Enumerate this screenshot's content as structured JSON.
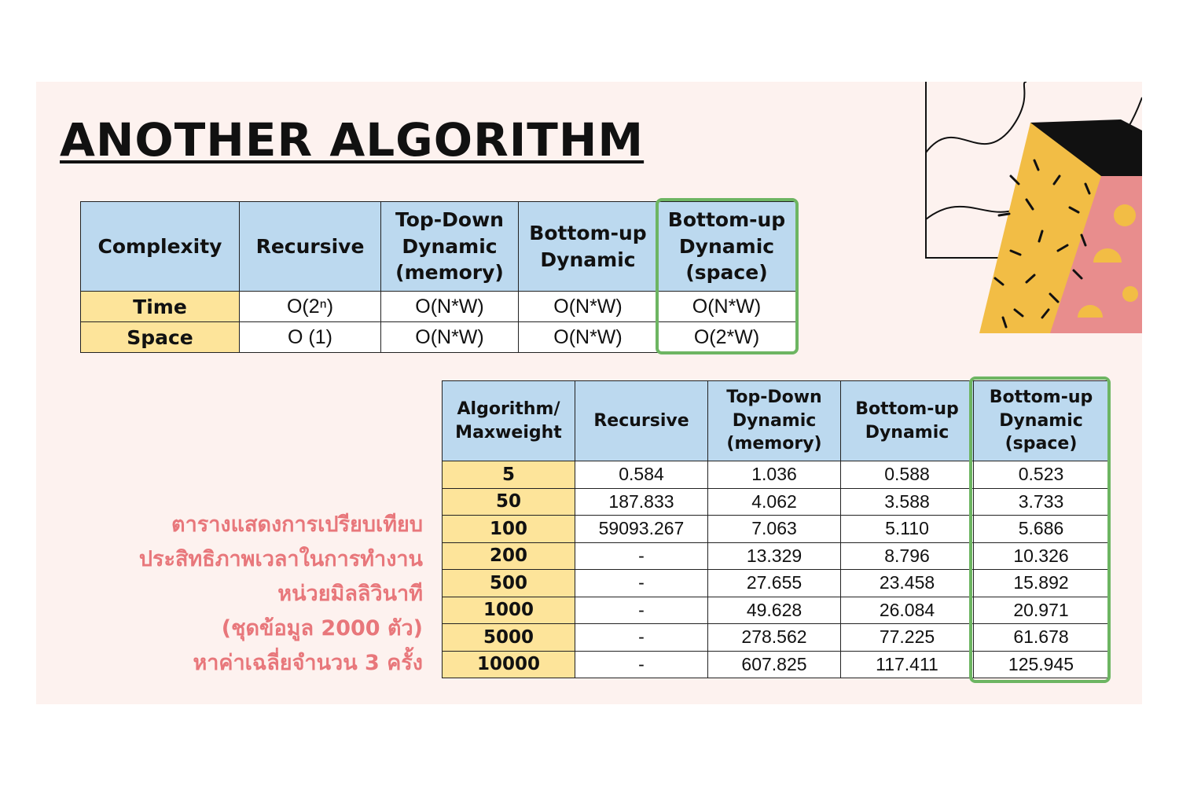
{
  "slide": {
    "title": "ANOTHER ALGORITHM"
  },
  "complexity_table": {
    "headers": [
      "Complexity",
      "Recursive",
      "Top-Down\nDynamic\n(memory)",
      "Bottom-up\nDynamic",
      "Bottom-up\nDynamic\n(space)"
    ],
    "rows": [
      {
        "label": "Time",
        "values": [
          "O(2ⁿ)",
          "O(N*W)",
          "O(N*W)",
          "O(N*W)"
        ]
      },
      {
        "label": "Space",
        "values": [
          "O (1)",
          "O(N*W)",
          "O(N*W)",
          "O(2*W)"
        ]
      }
    ],
    "highlight_color": "#6db562"
  },
  "timing_table": {
    "headers": [
      "Algorithm/\nMaxweight",
      "Recursive",
      "Top-Down\nDynamic\n(memory)",
      "Bottom-up\nDynamic",
      "Bottom-up\nDynamic\n(space)"
    ],
    "rows": [
      {
        "label": "5",
        "values": [
          "0.584",
          "1.036",
          "0.588",
          "0.523"
        ]
      },
      {
        "label": "50",
        "values": [
          "187.833",
          "4.062",
          "3.588",
          "3.733"
        ]
      },
      {
        "label": "100",
        "values": [
          "59093.267",
          "7.063",
          "5.110",
          "5.686"
        ]
      },
      {
        "label": "200",
        "values": [
          "-",
          "13.329",
          "8.796",
          "10.326"
        ]
      },
      {
        "label": "500",
        "values": [
          "-",
          "27.655",
          "23.458",
          "15.892"
        ]
      },
      {
        "label": "1000",
        "values": [
          "-",
          "49.628",
          "26.084",
          "20.971"
        ]
      },
      {
        "label": "5000",
        "values": [
          "-",
          "278.562",
          "77.225",
          "61.678"
        ]
      },
      {
        "label": "10000",
        "values": [
          "-",
          "607.825",
          "117.411",
          "125.945"
        ]
      }
    ]
  },
  "caption": {
    "lines": [
      "ตารางแสดงการเปรียบเทียบ",
      "ประสิทธิภาพเวลาในการทำงาน",
      "หน่วยมิลลิวินาที",
      "(ชุดข้อมูล 2000 ตัว)",
      "หาค่าเฉลี่ยจำนวน 3 ครั้ง"
    ],
    "color": "#e8777b"
  },
  "colors": {
    "header_bg": "#bcd9ef",
    "row_label_bg": "#fde49a",
    "slide_bg": "#fdf2ef"
  }
}
